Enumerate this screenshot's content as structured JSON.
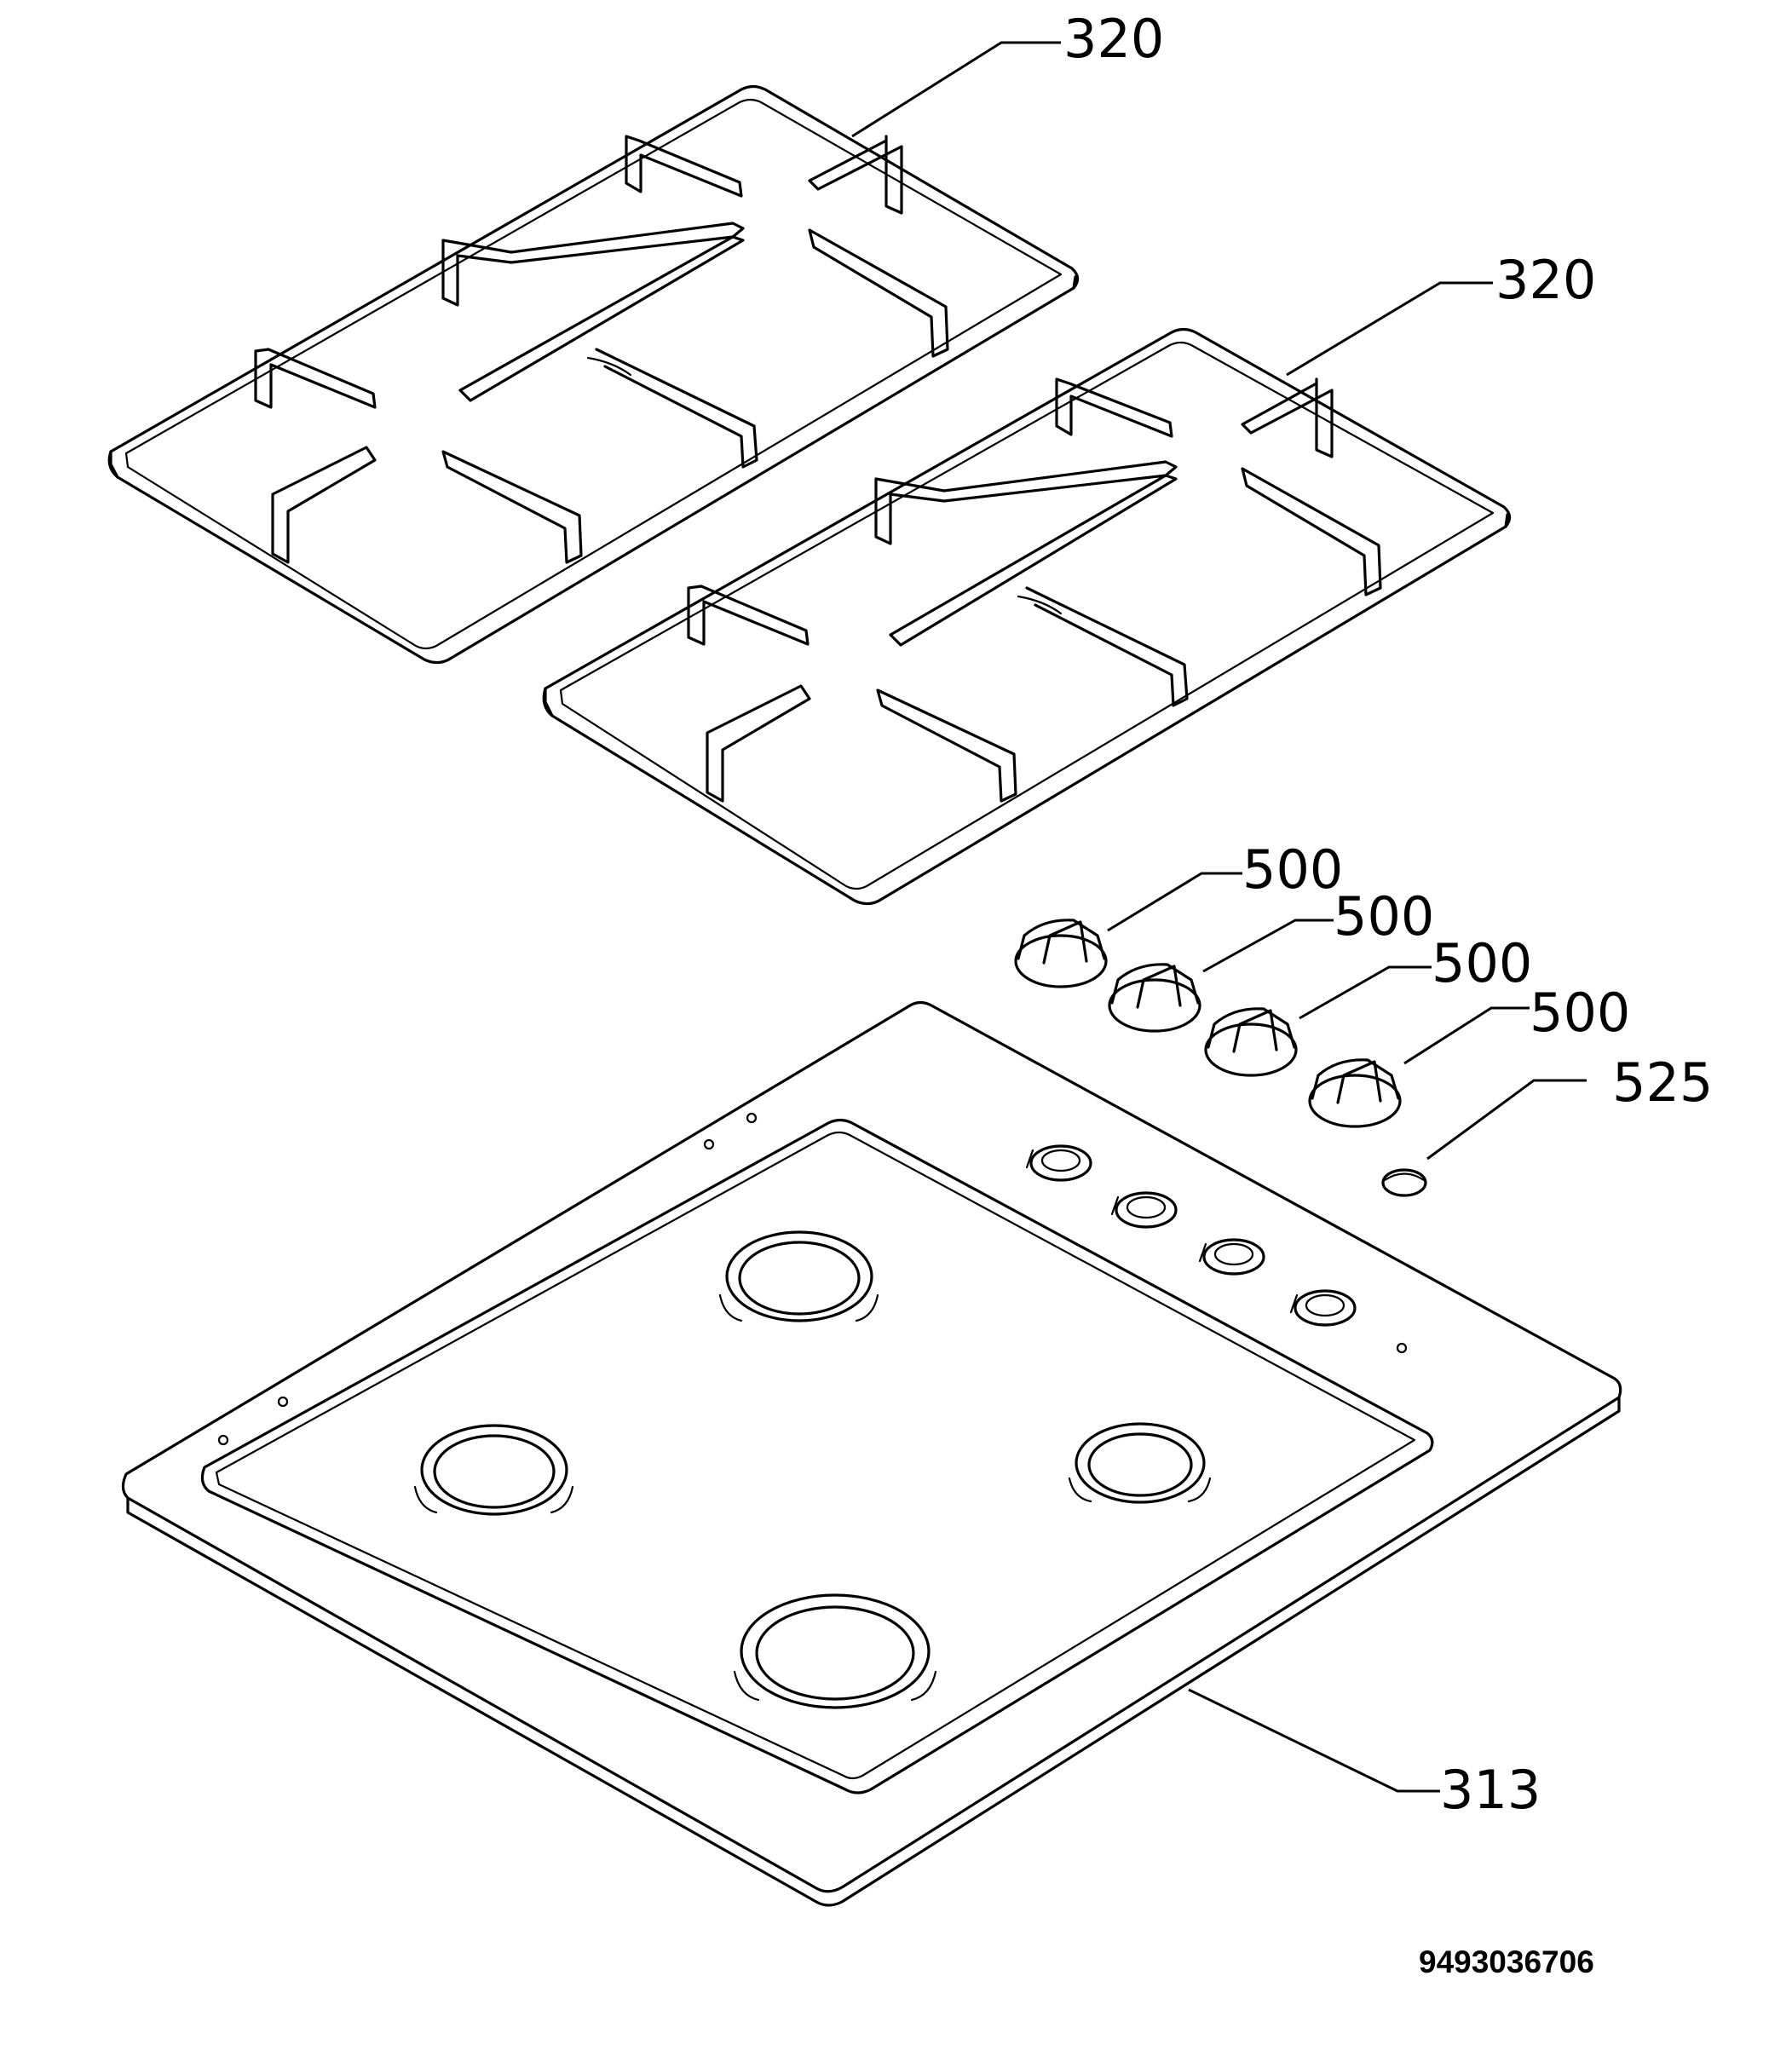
{
  "callouts": {
    "grate_left": "320",
    "grate_right": "320",
    "knob_1": "500",
    "knob_2": "500",
    "knob_3": "500",
    "knob_4": "500",
    "cap": "525",
    "hob_top": "313"
  },
  "diagram_code": "9493036706"
}
